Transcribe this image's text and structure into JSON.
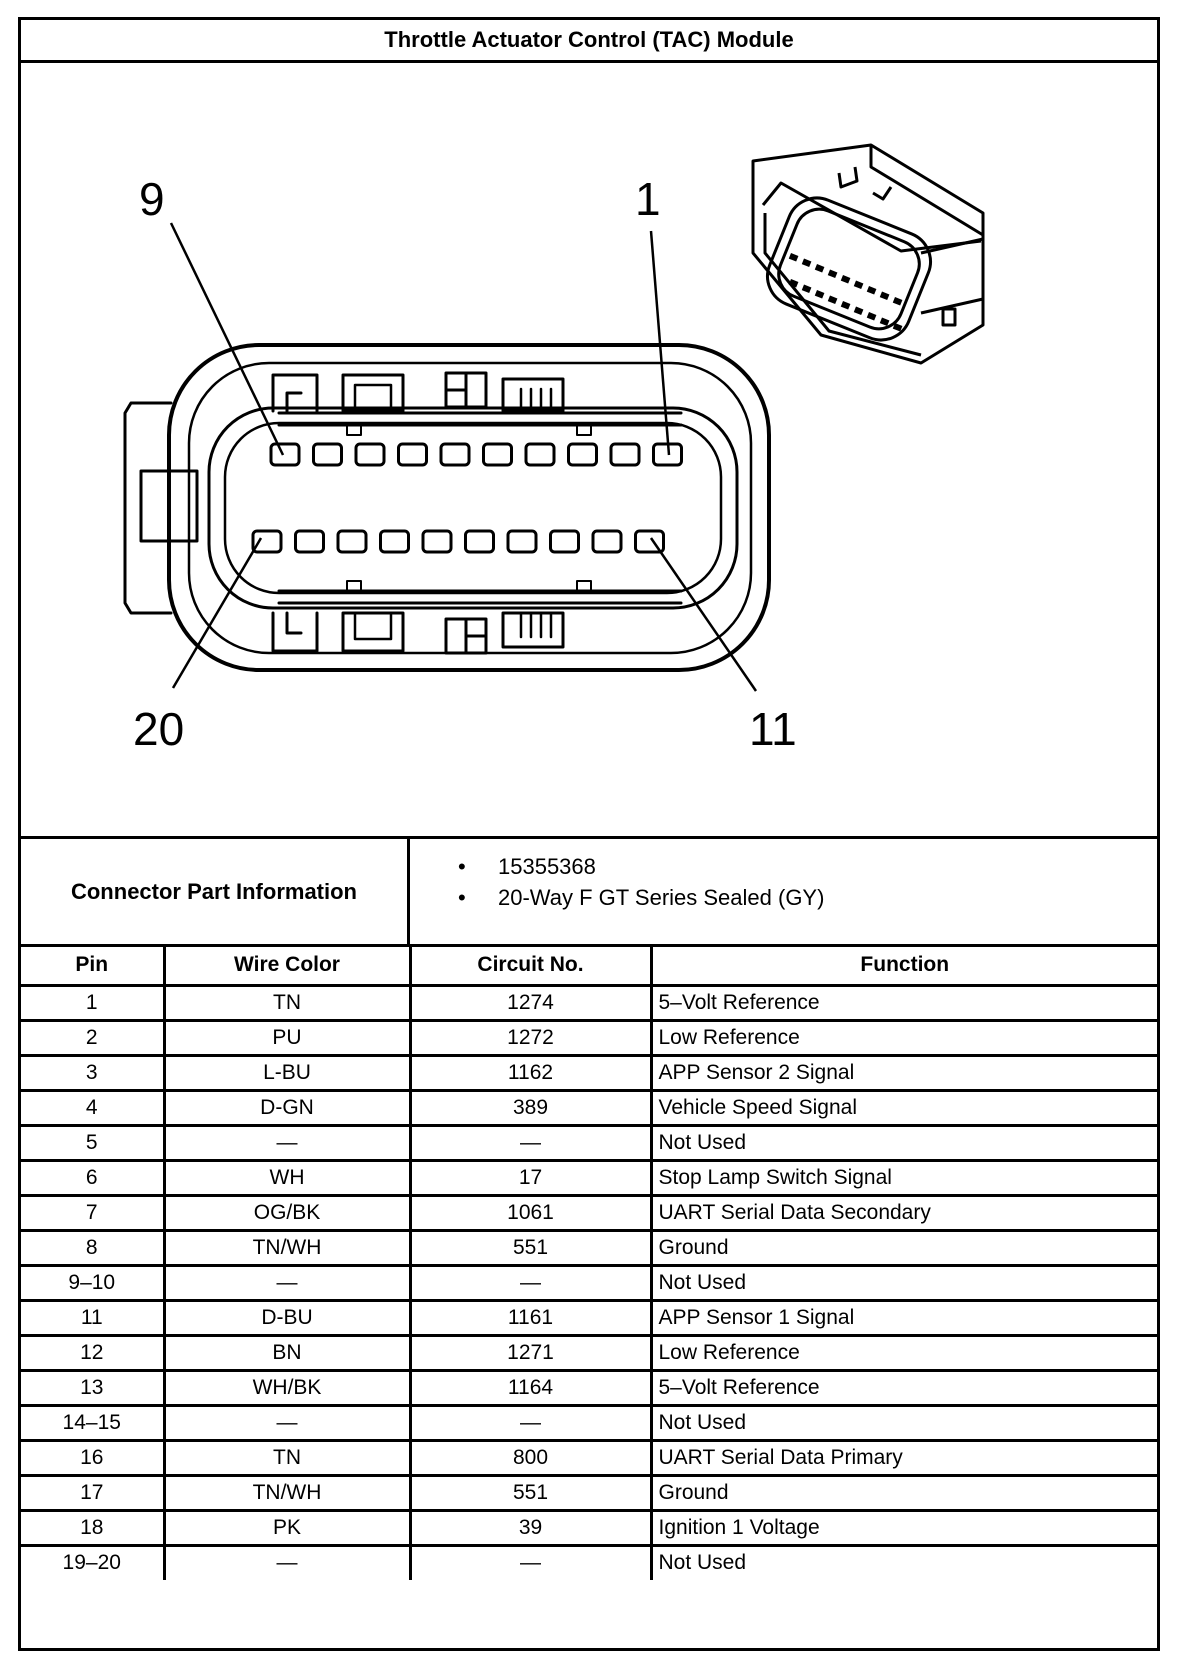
{
  "title": "Throttle Actuator Control (TAC) Module",
  "pin_callouts": {
    "top_left": "9",
    "top_right": "1",
    "bottom_left": "20",
    "bottom_right": "11"
  },
  "connector_info": {
    "label": "Connector Part Information",
    "items": [
      "15355368",
      "20-Way F GT Series Sealed (GY)"
    ]
  },
  "table": {
    "headers": {
      "pin": "Pin",
      "wire_color": "Wire Color",
      "circuit": "Circuit No.",
      "function": "Function"
    },
    "rows": [
      {
        "pin": "1",
        "wire": "TN",
        "circuit": "1274",
        "function": "5–Volt Reference"
      },
      {
        "pin": "2",
        "wire": "PU",
        "circuit": "1272",
        "function": "Low Reference"
      },
      {
        "pin": "3",
        "wire": "L-BU",
        "circuit": "1162",
        "function": "APP Sensor 2 Signal"
      },
      {
        "pin": "4",
        "wire": "D-GN",
        "circuit": "389",
        "function": "Vehicle Speed Signal"
      },
      {
        "pin": "5",
        "wire": "—",
        "circuit": "—",
        "function": "Not Used"
      },
      {
        "pin": "6",
        "wire": "WH",
        "circuit": "17",
        "function": "Stop Lamp Switch Signal"
      },
      {
        "pin": "7",
        "wire": "OG/BK",
        "circuit": "1061",
        "function": "UART Serial Data Secondary"
      },
      {
        "pin": "8",
        "wire": "TN/WH",
        "circuit": "551",
        "function": "Ground"
      },
      {
        "pin": "9–10",
        "wire": "—",
        "circuit": "—",
        "function": "Not Used"
      },
      {
        "pin": "11",
        "wire": "D-BU",
        "circuit": "1161",
        "function": "APP Sensor 1 Signal"
      },
      {
        "pin": "12",
        "wire": "BN",
        "circuit": "1271",
        "function": "Low Reference"
      },
      {
        "pin": "13",
        "wire": "WH/BK",
        "circuit": "1164",
        "function": "5–Volt Reference"
      },
      {
        "pin": "14–15",
        "wire": "—",
        "circuit": "—",
        "function": "Not Used"
      },
      {
        "pin": "16",
        "wire": "TN",
        "circuit": "800",
        "function": "UART Serial Data Primary"
      },
      {
        "pin": "17",
        "wire": "TN/WH",
        "circuit": "551",
        "function": "Ground"
      },
      {
        "pin": "18",
        "wire": "PK",
        "circuit": "39",
        "function": "Ignition 1 Voltage"
      },
      {
        "pin": "19–20",
        "wire": "—",
        "circuit": "—",
        "function": "Not Used"
      }
    ]
  }
}
